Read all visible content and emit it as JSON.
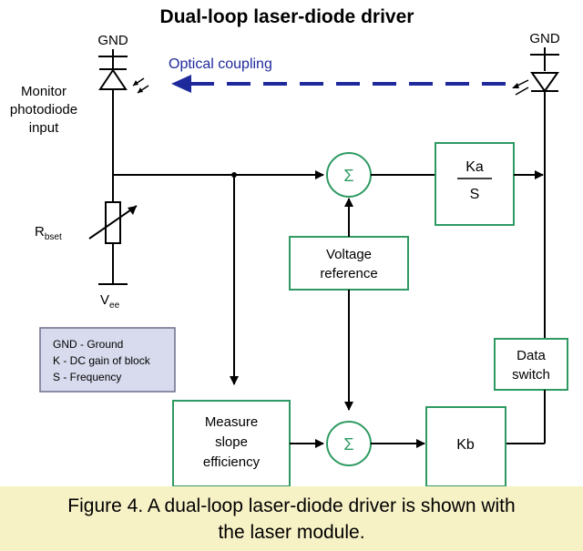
{
  "title": "Dual-loop laser-diode driver",
  "gnd_left": "GND",
  "gnd_right": "GND",
  "optical_coupling": "Optical coupling",
  "monitor_label": [
    "Monitor",
    "photodiode",
    "input"
  ],
  "rbset": "R",
  "rbset_sub": "bset",
  "vee": "V",
  "vee_sub": "ee",
  "sum_symbol": "Σ",
  "ka_num": "Ka",
  "ka_den": "S",
  "voltage_ref": [
    "Voltage",
    "reference"
  ],
  "data_switch": [
    "Data",
    "switch"
  ],
  "measure": [
    "Measure",
    "slope",
    "efficiency"
  ],
  "kb": "Kb",
  "legend": [
    "GND - Ground",
    "K - DC gain of block",
    "S - Frequency"
  ],
  "caption_line1": "Figure 4. A dual-loop laser-diode driver is shown with",
  "caption_line2": "the laser module.",
  "colors": {
    "block_border": "#2e9a62",
    "optical_arrow": "#1e2a9c",
    "legend_fill": "#d8dbee",
    "caption_band": "#f7f1c6"
  }
}
